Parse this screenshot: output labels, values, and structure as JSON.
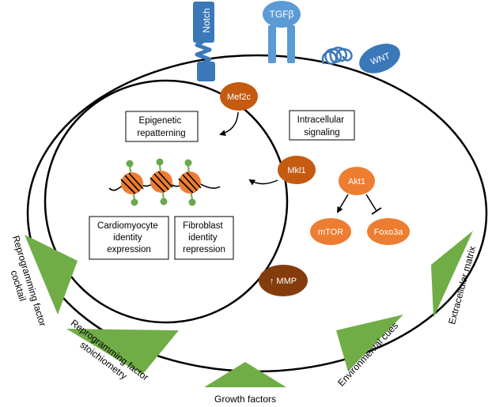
{
  "receptors": {
    "notch": "Notch",
    "tgfb": "TGFβ",
    "wnt": "WNT"
  },
  "factors": {
    "mef2c": "Mef2c",
    "mkl1": "Mkl1",
    "akt1": "Akt1",
    "mtor": "mTOR",
    "foxo3a": "Foxo3a",
    "mmp": "↑ MMP"
  },
  "boxes": {
    "epigenetic": [
      "Epigenetic",
      "repatterning"
    ],
    "intracellular": [
      "Intracellular",
      "signaling"
    ],
    "cardiomyocyte": [
      "Cardiomyocyte",
      "identity",
      "expression"
    ],
    "fibroblast": [
      "Fibroblast",
      "identity",
      "repression"
    ]
  },
  "wedges": {
    "cocktail": [
      "Reprogramming factor",
      "cocktail"
    ],
    "stoichiometry": [
      "Reprogramming factor",
      "stoichiometry"
    ],
    "growth": [
      "Growth factors"
    ],
    "environmental": [
      "Environmental cues"
    ],
    "ecm": [
      "Extracellular matrix"
    ]
  },
  "colors": {
    "receptor_blue": "#3a78b9",
    "receptor_light": "#5b9bd5",
    "node_dark": "#c55a11",
    "node_light": "#ed7d31",
    "mmp": "#843c0c",
    "wedge_green": "#70ad47",
    "nucleosome": "#ed7d31",
    "bead_green": "#6aa84f"
  }
}
